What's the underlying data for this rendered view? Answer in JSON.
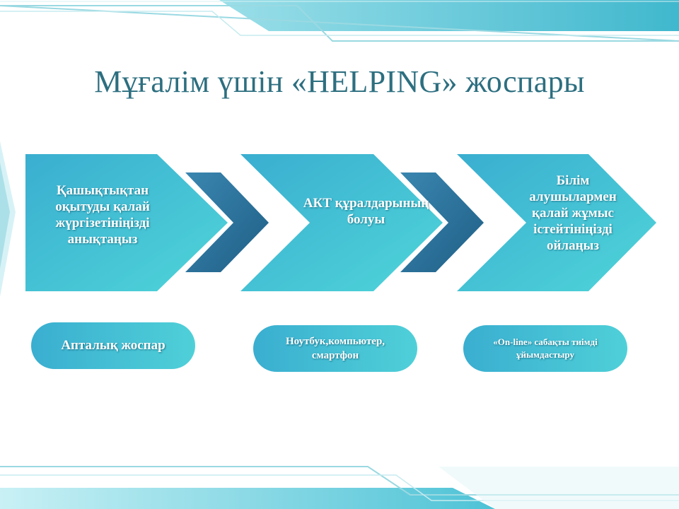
{
  "slide": {
    "title": "Мұғалім үшін «HELPING»  жоспары",
    "steps": [
      {
        "label": "Қашықтықтан оқытуды қалай жүргізетініңізді анықтаңыз"
      },
      {
        "label": "АКТ құралдарының болуы"
      },
      {
        "label": "Білім алушылармен қалай жұмыс істейтініңізді ойлаңыз"
      }
    ],
    "details": [
      {
        "label": "Апталық жоспар"
      },
      {
        "label": "Ноутбук,компьютер, смартфон"
      },
      {
        "label": "«On-line» сабақты тиімді ұйымдастыру"
      }
    ]
  },
  "colors": {
    "title": "#2d6f80",
    "accent_light": "#4fd0d8",
    "accent_mid": "#3aaed0",
    "accent_dark": "#2a6c92"
  }
}
